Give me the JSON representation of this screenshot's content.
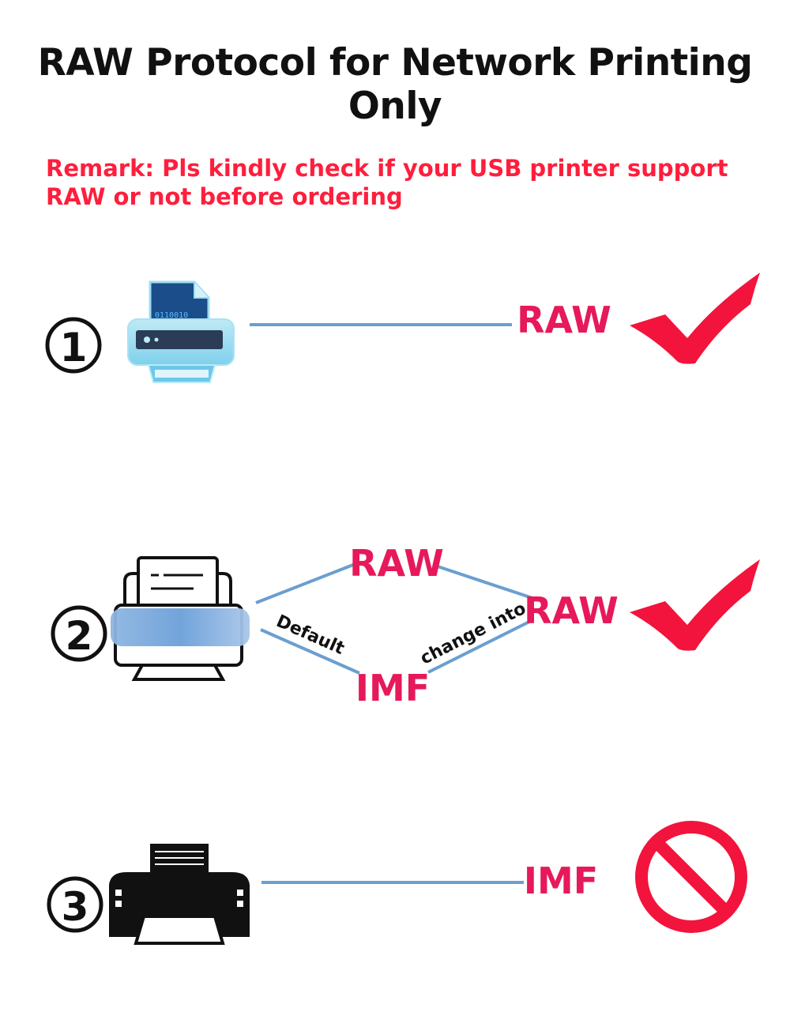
{
  "title": "RAW Protocol for Network Printing Only",
  "remark": "Remark: Pls kindly check if your USB printer support RAW or not before ordering",
  "colors": {
    "line": "#6a9fd0",
    "label": "#e6195a",
    "check": "#f2143c",
    "ban": "#f2143c",
    "remark": "#ff1e3c"
  },
  "rows": [
    {
      "marker": "①",
      "printer_icon": "printer-icon-blue-documents",
      "protocol": "RAW",
      "result_icon": "check-icon"
    },
    {
      "marker": "②",
      "printer_icon": "printer-icon-blue-panel",
      "default_label": "Default",
      "change_label": "change into",
      "upper_protocol": "RAW",
      "lower_protocol": "IMF",
      "final_protocol": "RAW",
      "result_icon": "check-icon"
    },
    {
      "marker": "③",
      "printer_icon": "printer-icon-black",
      "protocol": "IMF",
      "result_icon": "prohibited-icon"
    }
  ]
}
